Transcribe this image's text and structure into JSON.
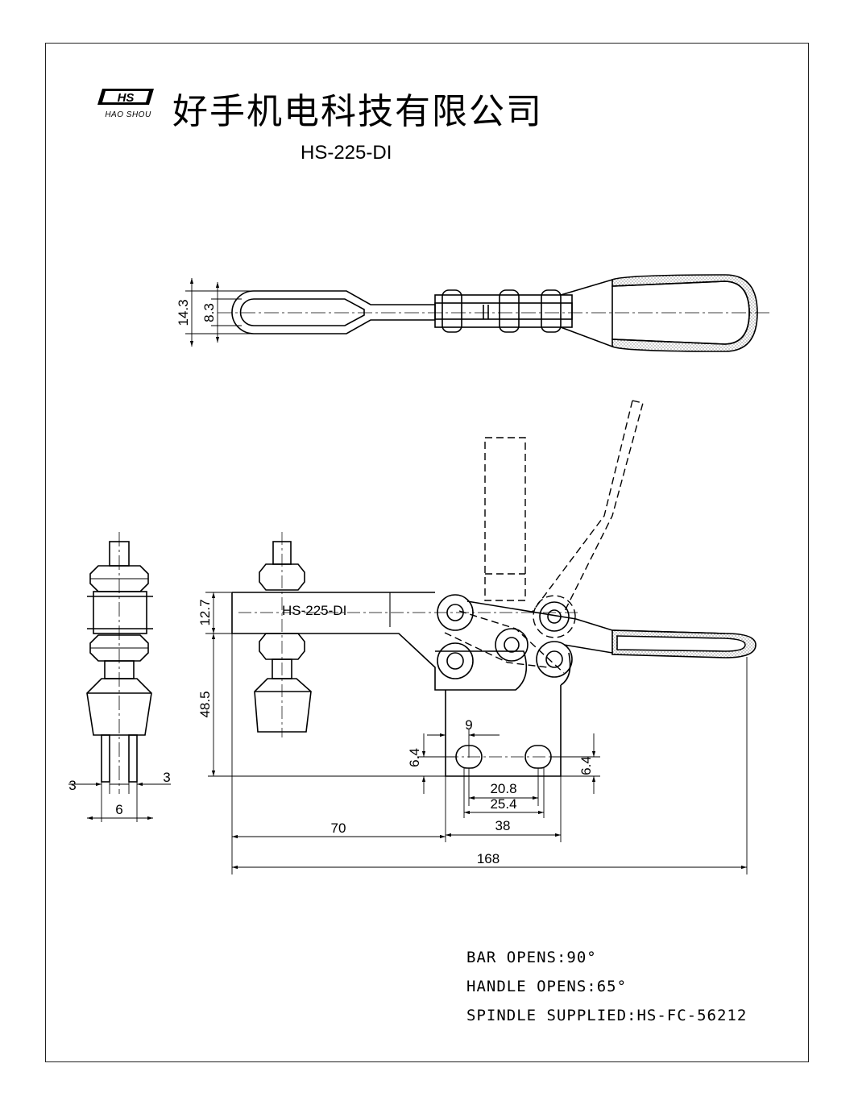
{
  "company": {
    "logo_text": "HS",
    "logo_sub": "HAO SHOU",
    "name": "好手机电科技有限公司"
  },
  "model": "HS-225-DI",
  "part_label": "HS-225-DI",
  "dimensions": {
    "top_outer": "14.3",
    "top_inner": "8.3",
    "height_bar": "12.7",
    "height_base": "48.5",
    "hole_pitch_small": "9",
    "hole_offset_left": "6.4",
    "hole_offset_right": "6.4",
    "hole_span_inner": "20.8",
    "hole_span_outer": "25.4",
    "base_length": "38",
    "bar_reach": "70",
    "overall_length": "168",
    "spindle_left": "3",
    "spindle_right": "3",
    "spindle_width": "6"
  },
  "notes": [
    "BAR OPENS:90°",
    "HANDLE OPENS:65°",
    "SPINDLE SUPPLIED:HS-FC-56212"
  ]
}
